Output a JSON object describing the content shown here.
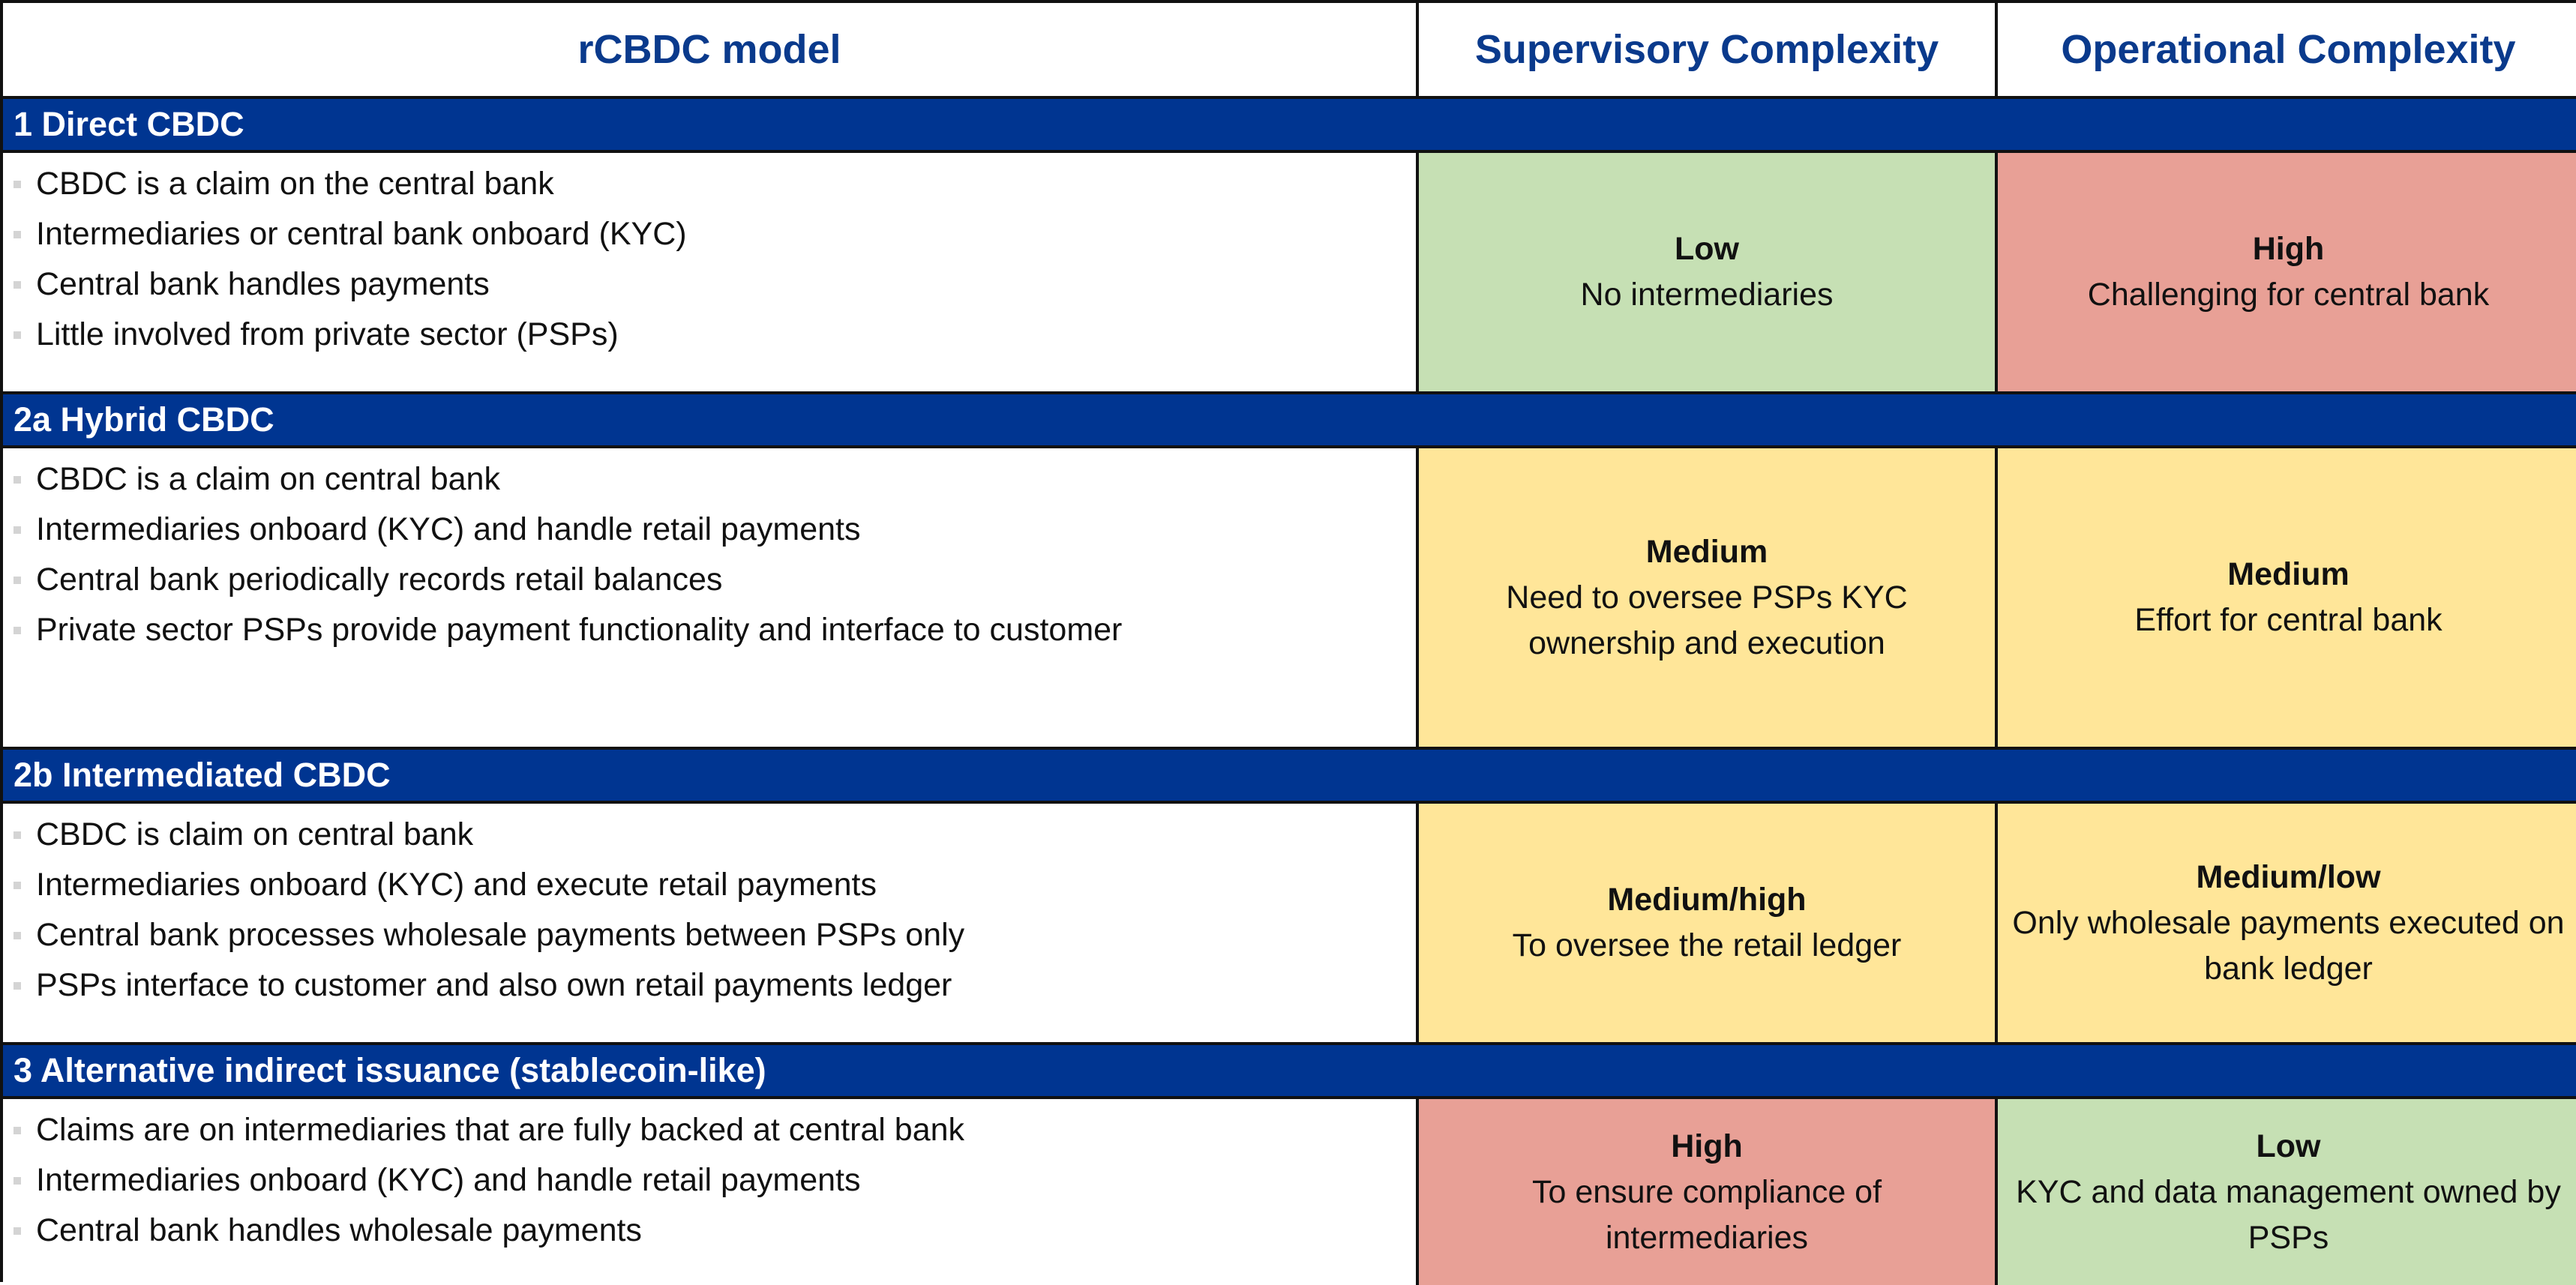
{
  "colors": {
    "header_text": "#0a3a8c",
    "section_bar": "#003591",
    "low": "#c6e0b4",
    "medium": "#ffe699",
    "high": "#e8a096"
  },
  "headers": [
    "rCBDC model",
    "Supervisory Complexity",
    "Operational Complexity"
  ],
  "rows": [
    {
      "title": "1 Direct CBDC",
      "bullets": [
        "CBDC is a claim on the central bank",
        "Intermediaries or central bank onboard (KYC)",
        "Central bank handles payments",
        "Little involved from private sector (PSPs)"
      ],
      "supervisory": {
        "level": "Low",
        "text": "No intermediaries",
        "color": "#c6e0b4"
      },
      "operational": {
        "level": "High",
        "text": "Challenging for central bank",
        "color": "#e8a096"
      }
    },
    {
      "title": "2a Hybrid CBDC",
      "bullets": [
        "CBDC is a claim on central bank",
        "Intermediaries onboard (KYC) and handle retail payments",
        "Central bank periodically records retail balances",
        "Private sector PSPs provide payment functionality and interface to customer"
      ],
      "supervisory": {
        "level": "Medium",
        "text": "Need to oversee PSPs KYC ownership and execution",
        "color": "#ffe699"
      },
      "operational": {
        "level": "Medium",
        "text": "Effort for central bank",
        "color": "#ffe699"
      }
    },
    {
      "title": "2b Intermediated CBDC",
      "bullets": [
        "CBDC is claim on central bank",
        "Intermediaries onboard (KYC) and execute retail payments",
        "Central bank processes wholesale payments between PSPs only",
        "PSPs interface to customer and also own retail payments ledger"
      ],
      "supervisory": {
        "level": "Medium/high",
        "text": "To oversee the retail ledger",
        "color": "#ffe699"
      },
      "operational": {
        "level": "Medium/low",
        "text": "Only wholesale payments executed on bank ledger",
        "color": "#ffe699"
      }
    },
    {
      "title": "3 Alternative indirect issuance (stablecoin-like)",
      "bullets": [
        "Claims are on intermediaries that are fully backed at central bank",
        "Intermediaries onboard (KYC) and handle retail payments",
        "Central bank handles wholesale payments"
      ],
      "supervisory": {
        "level": "High",
        "text": "To ensure compliance of intermediaries",
        "color": "#e8a096"
      },
      "operational": {
        "level": "Low",
        "text": "KYC and data management owned by PSPs",
        "color": "#c6e0b4"
      }
    }
  ]
}
